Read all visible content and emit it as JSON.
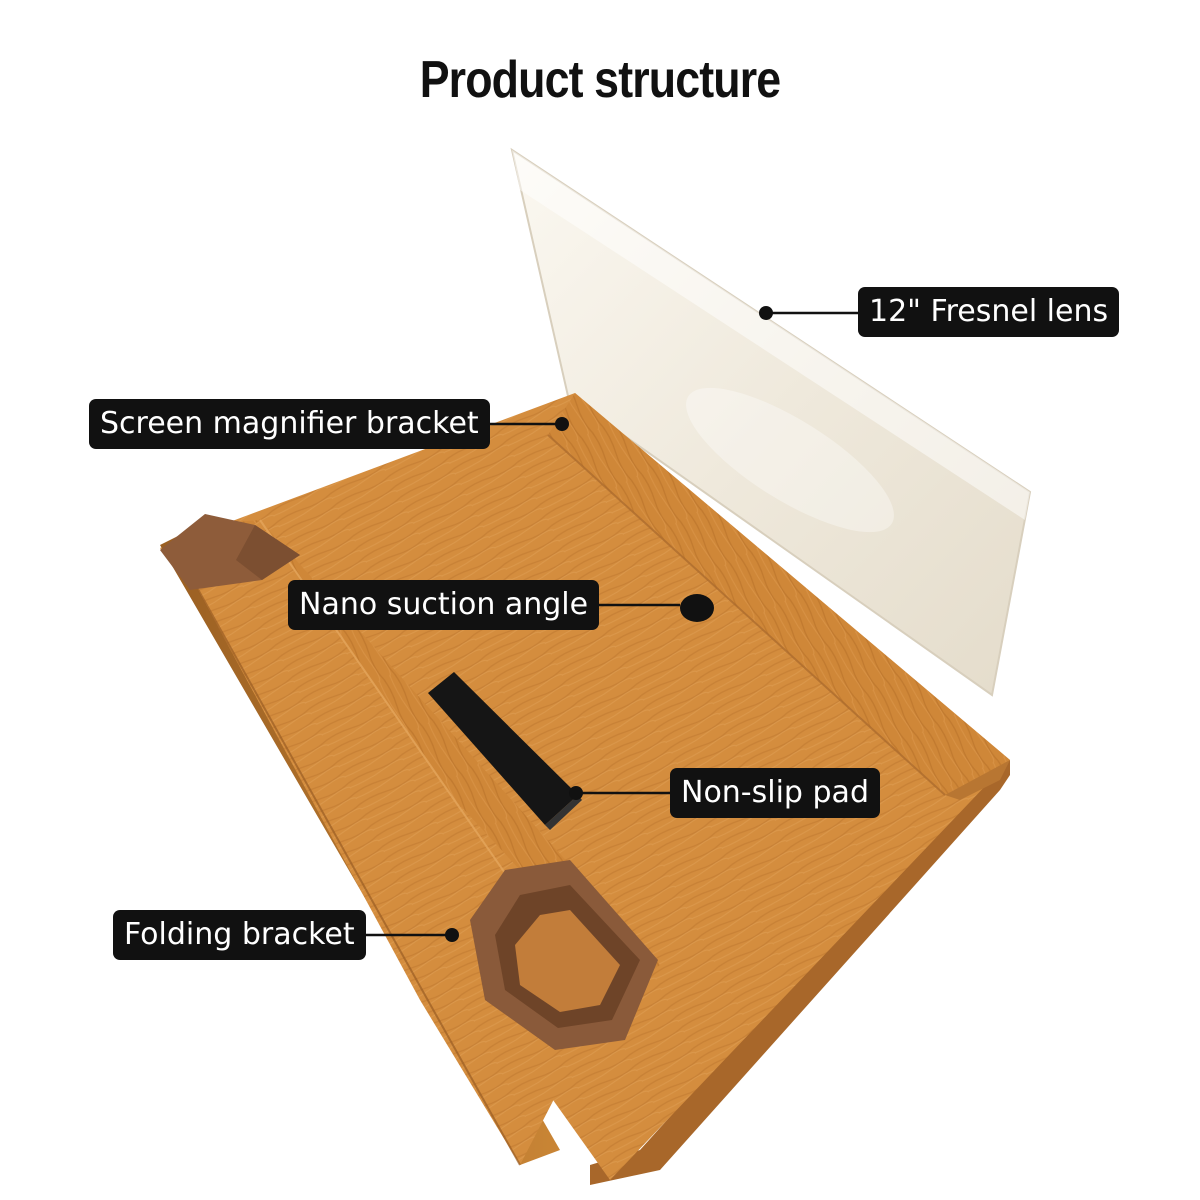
{
  "title": "Product structure",
  "colors": {
    "label_bg": "#111111",
    "label_text": "#ffffff",
    "wood": "#d48d3e",
    "wood_dark": "#b06e2a",
    "felt": "#8a5a3a",
    "lens": "#f1ecdf",
    "pad": "#151515"
  },
  "callouts": [
    {
      "id": "lens",
      "label": "12\" Fresnel lens",
      "icon": "dot-marker-icon"
    },
    {
      "id": "bracket",
      "label": "Screen magnifier bracket",
      "icon": "dot-marker-icon"
    },
    {
      "id": "nano",
      "label": "Nano suction angle",
      "icon": "dot-marker-icon"
    },
    {
      "id": "pad",
      "label": "Non-slip pad",
      "icon": "dot-marker-icon"
    },
    {
      "id": "folding",
      "label": "Folding bracket",
      "icon": "dot-marker-icon"
    }
  ]
}
